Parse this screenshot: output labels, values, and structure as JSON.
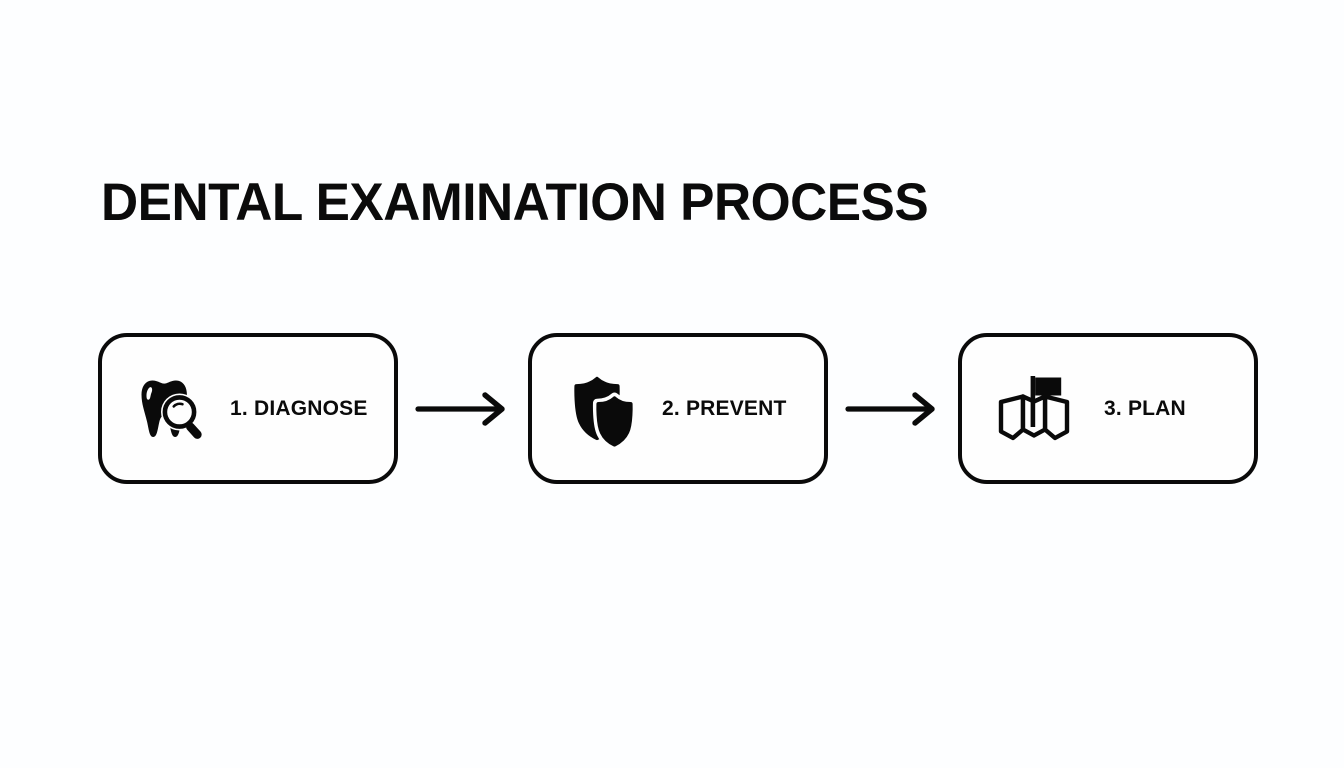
{
  "page": {
    "title": "DENTAL EXAMINATION PROCESS",
    "background_color": "#fdfeff",
    "ink_color": "#0a0a0a"
  },
  "flow": {
    "steps": [
      {
        "label": "1. DIAGNOSE",
        "icon": "tooth-magnifier-icon"
      },
      {
        "label": "2. PREVENT",
        "icon": "double-shield-icon"
      },
      {
        "label": "3. PLAN",
        "icon": "map-flag-icon"
      }
    ],
    "connectors": [
      {
        "icon": "arrow-right-icon"
      },
      {
        "icon": "arrow-right-icon"
      }
    ]
  }
}
